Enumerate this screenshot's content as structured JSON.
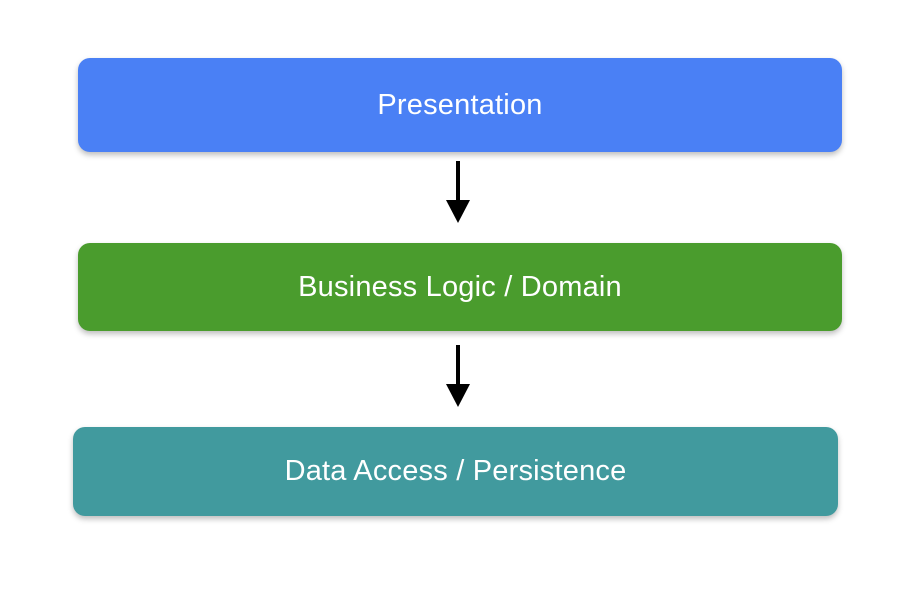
{
  "diagram": {
    "type": "layered-architecture",
    "background_color": "#ffffff",
    "layers": [
      {
        "id": "presentation",
        "label": "Presentation",
        "color": "#4a80f5",
        "text_color": "#ffffff",
        "order": 1
      },
      {
        "id": "business-logic",
        "label": "Business Logic / Domain",
        "color": "#4a9c2d",
        "text_color": "#ffffff",
        "order": 2
      },
      {
        "id": "data-access",
        "label": "Data Access / Persistence",
        "color": "#419a9e",
        "text_color": "#ffffff",
        "order": 3
      }
    ],
    "connectors": [
      {
        "id": "presentation-to-business",
        "from": "presentation",
        "to": "business-logic",
        "direction": "down",
        "color": "#000000"
      },
      {
        "id": "business-to-data",
        "from": "business-logic",
        "to": "data-access",
        "direction": "down",
        "color": "#000000"
      }
    ]
  }
}
